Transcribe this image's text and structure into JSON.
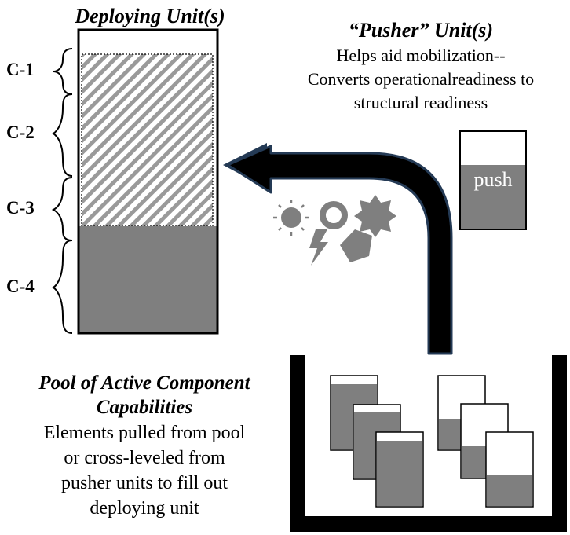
{
  "deploying": {
    "title": "Deploying Unit(s)",
    "levels": [
      "C-1",
      "C-2",
      "C-3",
      "C-4"
    ]
  },
  "pusher": {
    "title": "“Pusher” Unit(s)",
    "line1": "Helps aid mobilization--",
    "line2": "Converts operationalreadiness to",
    "line3": "structural readiness",
    "box_label": "push"
  },
  "pool": {
    "title1": "Pool of Active Component",
    "title2": "Capabilities",
    "line1": "Elements pulled from pool",
    "line2": "or cross-leveled from",
    "line3": "pusher units to fill out",
    "line4": "deploying unit"
  },
  "colors": {
    "fill_gray": "#7f7f7f",
    "ink": "#000000",
    "arrow_glow": "#243a55"
  },
  "icons": [
    "sun-icon",
    "ring-icon",
    "star-icon",
    "lightning-icon",
    "pentagon-icon"
  ]
}
